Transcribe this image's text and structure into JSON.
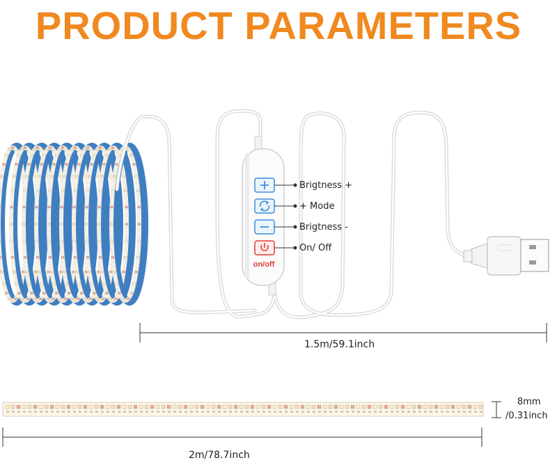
{
  "title": "PRODUCT PARAMETERS",
  "colors": {
    "title": "#f0891f",
    "strip_blue": "#3f7fc1",
    "button_blue": "#3c8fd8",
    "power_red": "#e23b2e",
    "cable": "#d0d0d0"
  },
  "controller": {
    "buttons": [
      {
        "icon": "plus-icon",
        "label": "Brigtness +"
      },
      {
        "icon": "mode-cycle-icon",
        "label": "+ Mode"
      },
      {
        "icon": "minus-icon",
        "label": "Brigtness -"
      },
      {
        "icon": "power-icon",
        "label": "On/ Off"
      }
    ],
    "switch_text": "on/off"
  },
  "dimensions": {
    "cable_length": "1.5m/59.1inch",
    "strip_length": "2m/78.7inch",
    "strip_width_line1": "8mm",
    "strip_width_line2": "/0.31inch"
  }
}
